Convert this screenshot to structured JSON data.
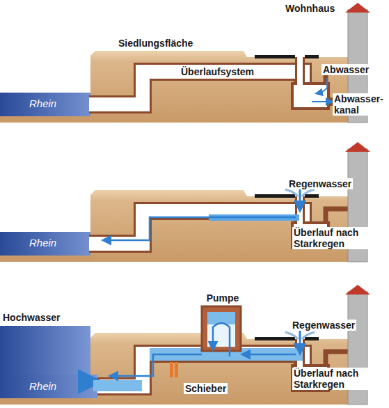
{
  "diagram": {
    "nodes": [
      {
        "text": [
          "Pumpe"
        ]
      }
    ],
    "labels": [
      "Wohnhaus",
      "Siedlungsfläche",
      "Abwasser",
      "Rhein",
      "Überlaufsystem",
      "Abwasser- kanal",
      "Regenwasser",
      "Rhein",
      "Überlauf nach Starkregen",
      "Hochwasser",
      "Regenwasser",
      "Rhein",
      "Schieber",
      "Überlauf nach Starkregen"
    ]
  }
}
